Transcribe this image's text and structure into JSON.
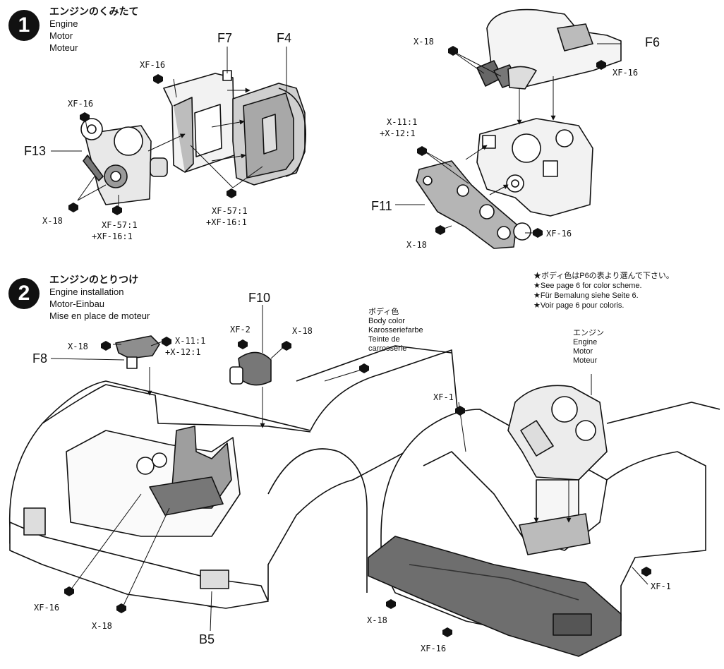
{
  "step1": {
    "number": "1",
    "title_jp": "エンジンのくみたて",
    "title_en": "Engine",
    "title_de": "Motor",
    "title_fr": "Moteur",
    "labels": {
      "xf16_top": "XF-16",
      "xf16_left": "XF-16",
      "f13": "F13",
      "x18": "X-18",
      "mix_left_1": "XF-57:1",
      "mix_left_2": "+XF-16:1",
      "f7": "F7",
      "f4": "F4",
      "mix_right_1": "XF-57:1",
      "mix_right_2": "+XF-16:1",
      "x18_top": "X-18",
      "f6": "F6",
      "xf16_f6": "XF-16",
      "mix_belt_1": "X-11:1",
      "mix_belt_2": "+X-12:1",
      "f11": "F11",
      "x18_bottom": "X-18",
      "xf16_bottom": "XF-16"
    }
  },
  "step2": {
    "number": "2",
    "title_jp": "エンジンのとりつけ",
    "title_en": "Engine installation",
    "title_de": "Motor-Einbau",
    "title_fr": "Mise en place de moteur",
    "labels": {
      "f10": "F10",
      "xf2": "XF-2",
      "x18_f10": "X-18",
      "x18_f8": "X-18",
      "mix_f8_1": "X-11:1",
      "mix_f8_2": "+X-12:1",
      "f8": "F8",
      "body_jp": "ボディ色",
      "body_en": "Body color",
      "body_de": "Karosseriefarbe",
      "body_fr_1": "Teinte de",
      "body_fr_2": "carrosserie",
      "xf16": "XF-16",
      "x18": "X-18",
      "b5": "B5",
      "note_jp": "★ボディ色はP6の表より選んで下さい。",
      "note_en": "★See page 6 for color scheme.",
      "note_de": "★Für Bemalung siehe Seite 6.",
      "note_fr": "★Voir page 6 pour coloris.",
      "engine_jp": "エンジン",
      "engine_en": "Engine",
      "engine_de": "Motor",
      "engine_fr": "Moteur",
      "xf1_top": "XF-1",
      "xf1_right": "XF-1",
      "x18_right": "X-18",
      "xf16_right": "XF-16"
    }
  }
}
